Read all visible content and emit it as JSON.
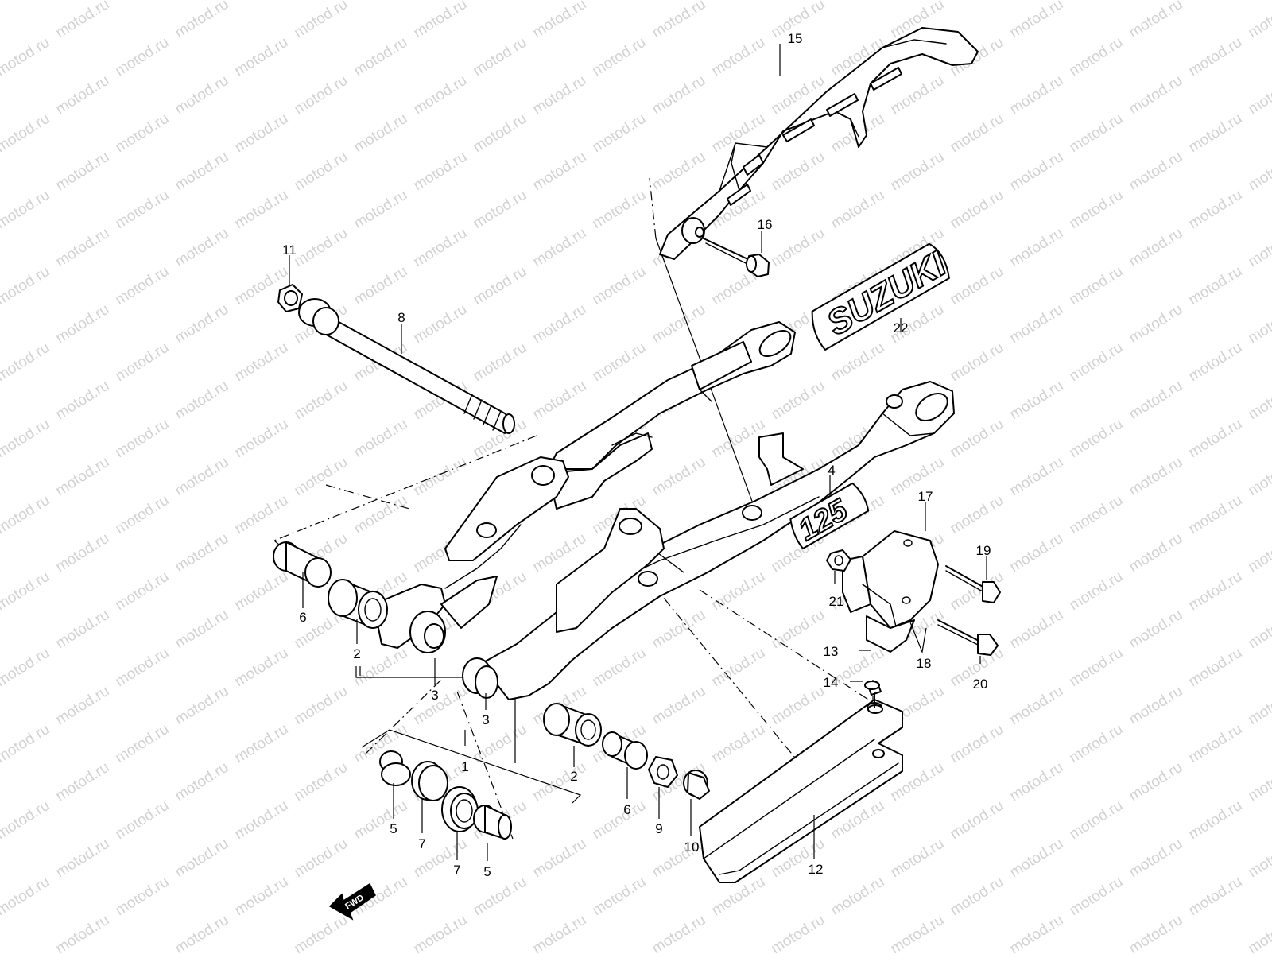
{
  "watermark": {
    "text": "motod.ru"
  },
  "emblems": {
    "brand": "SUZUKI",
    "model": "125"
  },
  "fwd_label": "FWD",
  "callouts": [
    {
      "id": "c1",
      "label": "1"
    },
    {
      "id": "c2a",
      "label": "2"
    },
    {
      "id": "c2b",
      "label": "2"
    },
    {
      "id": "c3a",
      "label": "3"
    },
    {
      "id": "c3b",
      "label": "3"
    },
    {
      "id": "c4",
      "label": "4"
    },
    {
      "id": "c5a",
      "label": "5"
    },
    {
      "id": "c5b",
      "label": "5"
    },
    {
      "id": "c6a",
      "label": "6"
    },
    {
      "id": "c6b",
      "label": "6"
    },
    {
      "id": "c7a",
      "label": "7"
    },
    {
      "id": "c7b",
      "label": "7"
    },
    {
      "id": "c8",
      "label": "8"
    },
    {
      "id": "c9",
      "label": "9"
    },
    {
      "id": "c10",
      "label": "10"
    },
    {
      "id": "c11",
      "label": "11"
    },
    {
      "id": "c12",
      "label": "12"
    },
    {
      "id": "c13",
      "label": "13"
    },
    {
      "id": "c14",
      "label": "14"
    },
    {
      "id": "c15",
      "label": "15"
    },
    {
      "id": "c16",
      "label": "16"
    },
    {
      "id": "c17",
      "label": "17"
    },
    {
      "id": "c18",
      "label": "18"
    },
    {
      "id": "c19",
      "label": "19"
    },
    {
      "id": "c20",
      "label": "20"
    },
    {
      "id": "c21",
      "label": "21"
    },
    {
      "id": "c22",
      "label": "22"
    }
  ]
}
